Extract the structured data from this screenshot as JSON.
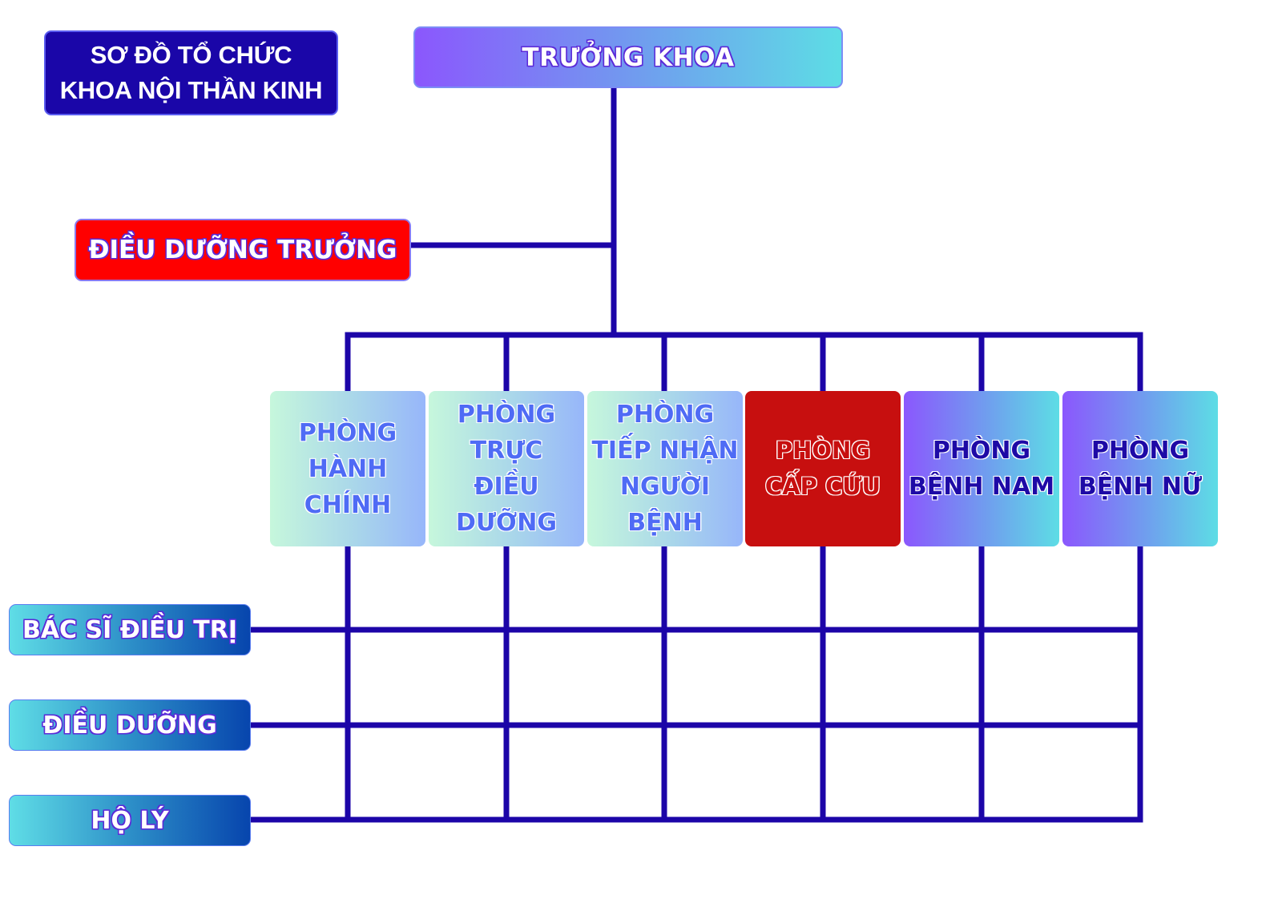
{
  "diagram": {
    "title_lines": [
      "SƠ ĐỒ TỔ CHỨC",
      "KHOA NỘI THẦN KINH"
    ],
    "head": {
      "label": "TRƯỞNG KHOA"
    },
    "head_nurse": {
      "label": "ĐIỀU DƯỠNG TRƯỞNG"
    },
    "departments": [
      {
        "lines": [
          "PHÒNG",
          "HÀNH",
          "CHÍNH"
        ],
        "style": "light"
      },
      {
        "lines": [
          "PHÒNG",
          "TRỰC",
          "ĐIỀU",
          "DƯỠNG"
        ],
        "style": "light"
      },
      {
        "lines": [
          "PHÒNG",
          "TIẾP NHẬN",
          "NGƯỜI",
          "BỆNH"
        ],
        "style": "light"
      },
      {
        "lines": [
          "PHÒNG",
          "CẤP CỨU"
        ],
        "style": "red"
      },
      {
        "lines": [
          "PHÒNG",
          "BỆNH NAM"
        ],
        "style": "violet"
      },
      {
        "lines": [
          "PHÒNG",
          "BỆNH NỮ"
        ],
        "style": "violet"
      }
    ],
    "roles": [
      {
        "label": "BÁC SĨ ĐIỀU TRỊ"
      },
      {
        "label": "ĐIỀU DƯỠNG"
      },
      {
        "label": "HỘ LÝ"
      }
    ],
    "colors": {
      "connector": "#1c05a8",
      "title_bg": "#1a06a8",
      "head_nurse_bg": "#ff0000",
      "emergency_bg": "#c70f0f",
      "gradient_violet": [
        "#8b57fd",
        "#5ddde5"
      ],
      "gradient_light": [
        "#c6f7dc",
        "#97b6fa"
      ],
      "gradient_role": [
        "#5fdde6",
        "#0745ad"
      ]
    }
  }
}
